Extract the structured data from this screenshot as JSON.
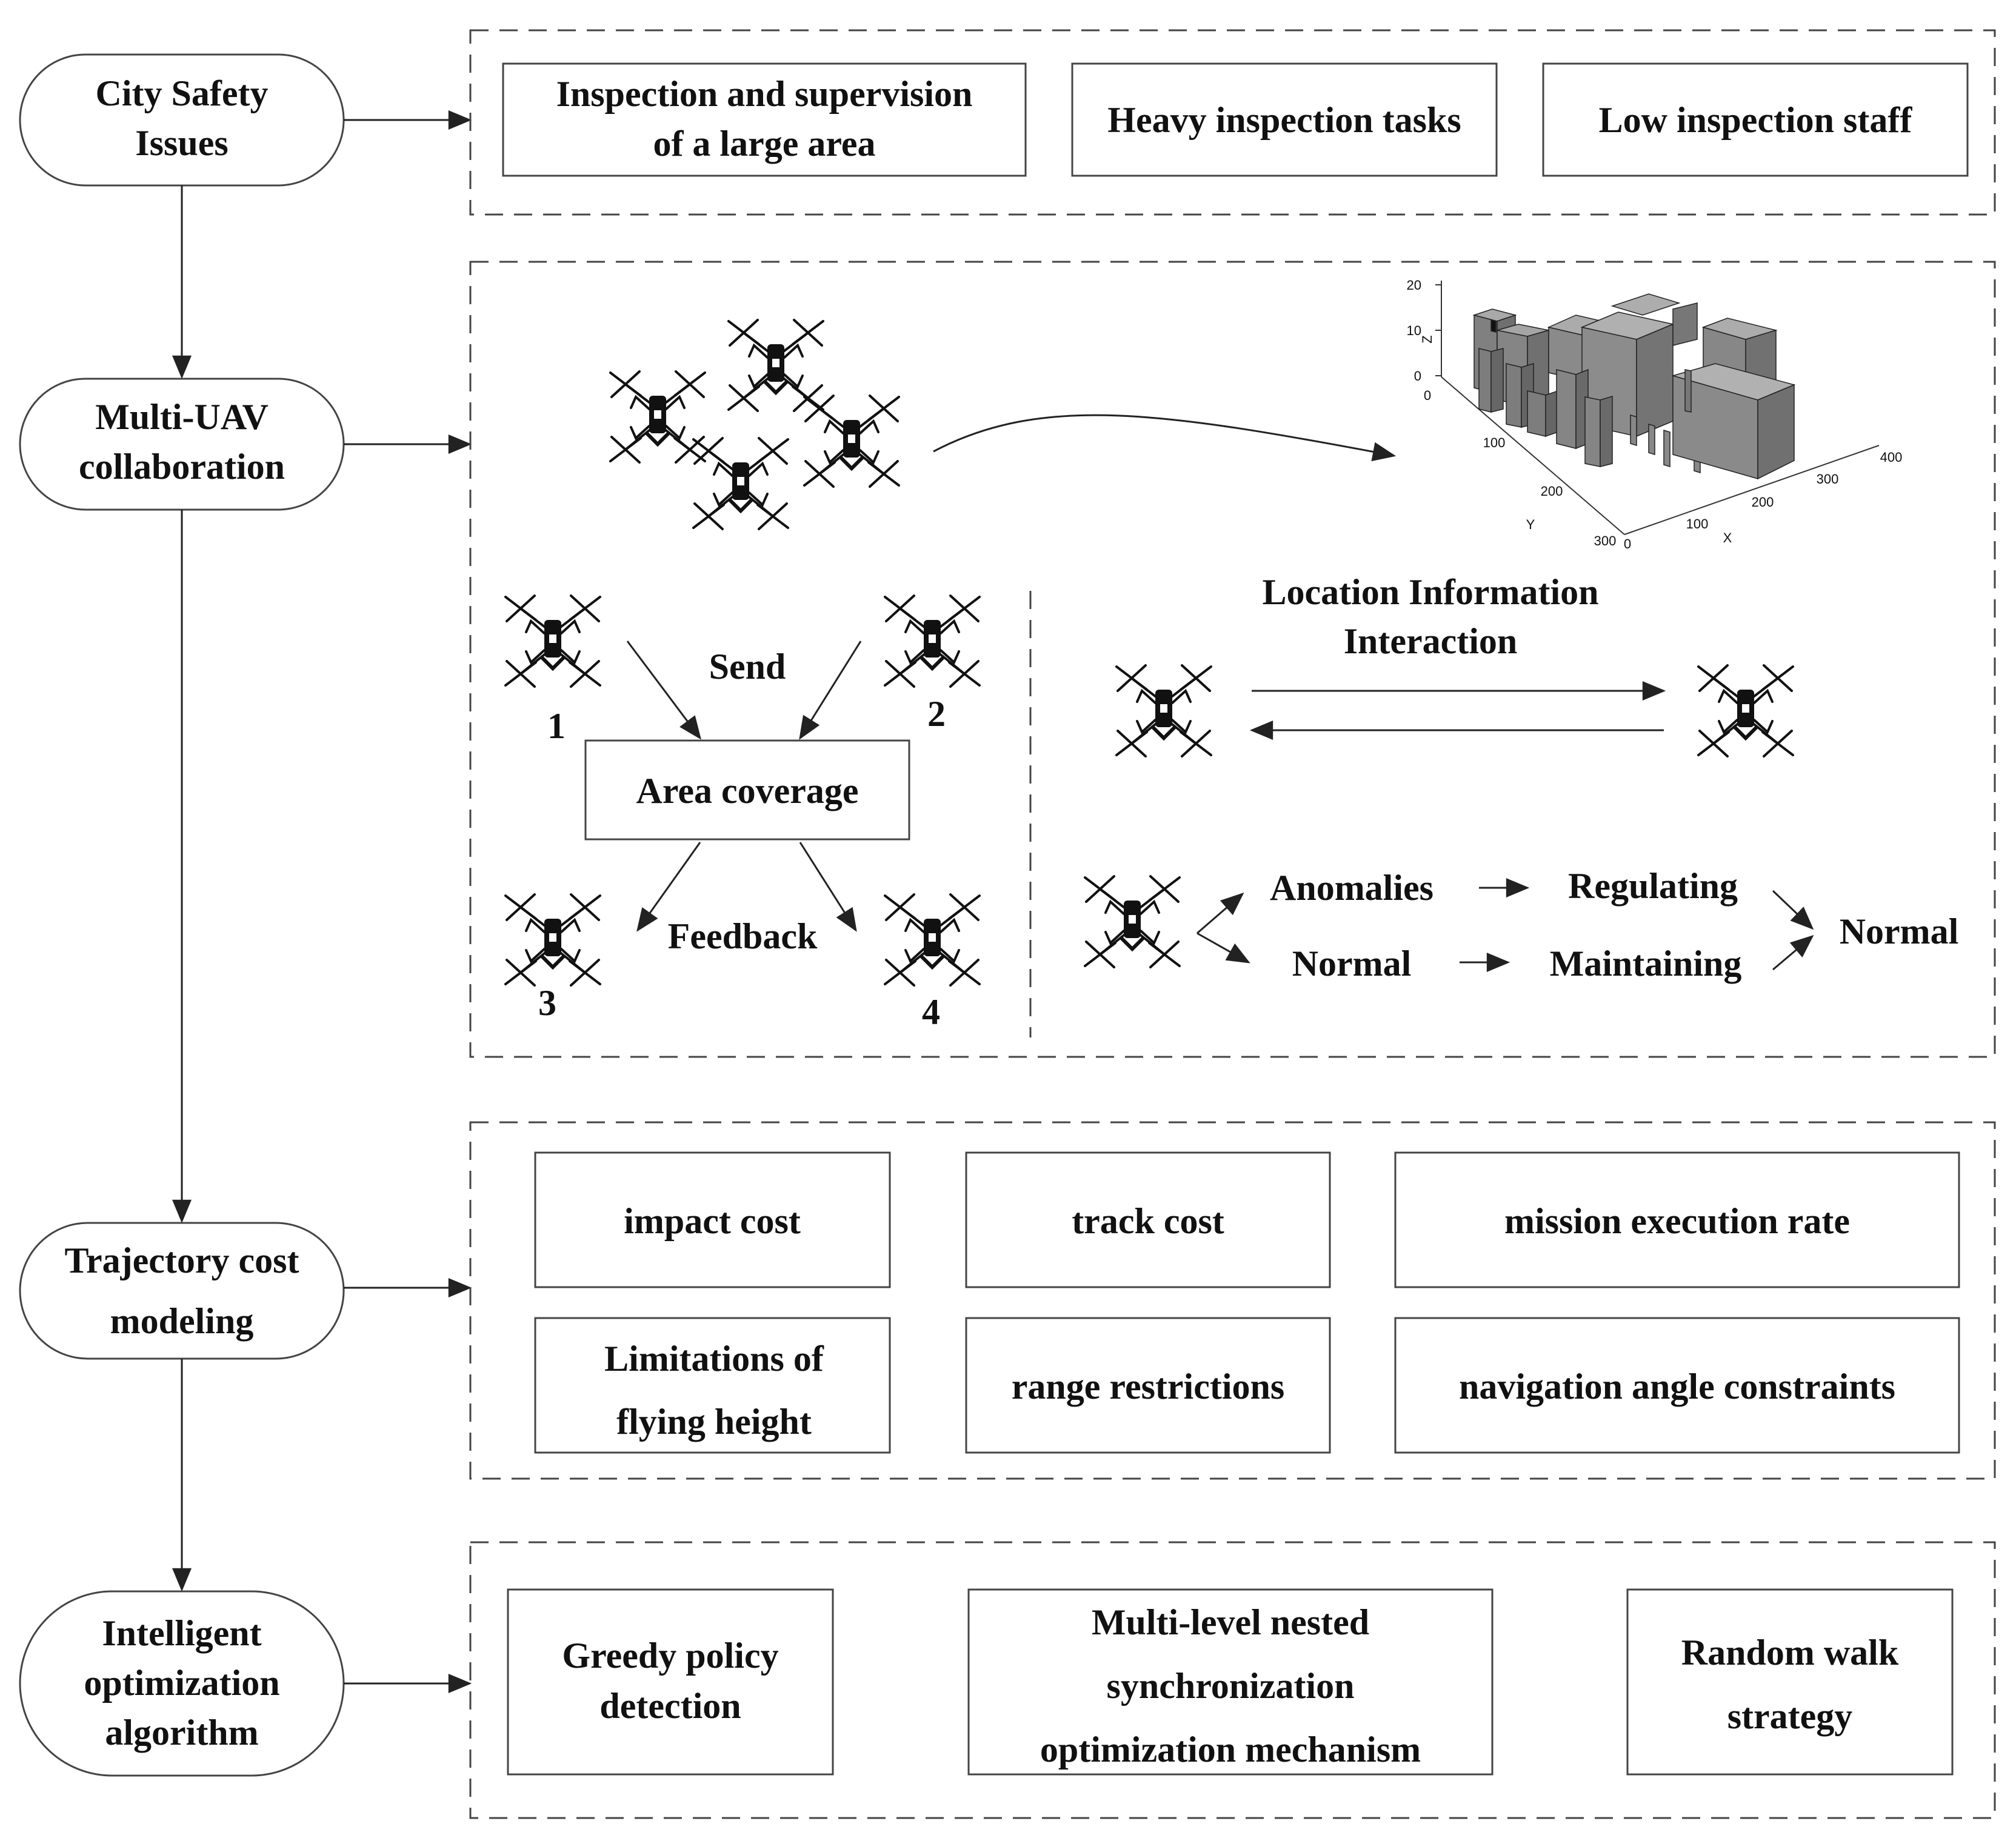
{
  "stages": [
    {
      "id": "city",
      "lines": [
        "City Safety",
        "Issues"
      ]
    },
    {
      "id": "multi",
      "lines": [
        "Multi-UAV",
        "collaboration"
      ]
    },
    {
      "id": "traj",
      "lines": [
        "Trajectory cost",
        "modeling"
      ]
    },
    {
      "id": "algo",
      "lines": [
        "Intelligent",
        "optimization",
        "algorithm"
      ]
    }
  ],
  "row1_boxes": [
    {
      "lines": [
        "Inspection and supervision",
        "of a large area"
      ]
    },
    {
      "lines": [
        "Heavy inspection tasks"
      ]
    },
    {
      "lines": [
        "Low inspection staff"
      ]
    }
  ],
  "collab": {
    "send": "Send",
    "area_coverage": "Area coverage",
    "feedback": "Feedback",
    "uav_numbers": [
      "1",
      "2",
      "3",
      "4"
    ],
    "interaction_title": [
      "Location Information",
      "Interaction"
    ],
    "anomalies": "Anomalies",
    "normal_branch": "Normal",
    "regulating": "Regulating",
    "maintaining": "Maintaining",
    "normal_result": "Normal",
    "plot3d": {
      "z_label": "Z",
      "y_label": "Y",
      "x_label": "X",
      "z_ticks": [
        "20",
        "10",
        "0"
      ],
      "y_ticks": [
        "0",
        "100",
        "200",
        "300"
      ],
      "x_ticks": [
        "0",
        "100",
        "200",
        "300",
        "400"
      ]
    }
  },
  "cost_boxes": [
    {
      "lines": [
        "impact cost"
      ]
    },
    {
      "lines": [
        "track cost"
      ]
    },
    {
      "lines": [
        "mission execution rate"
      ]
    },
    {
      "lines": [
        "Limitations of",
        "flying height"
      ]
    },
    {
      "lines": [
        "range restrictions"
      ]
    },
    {
      "lines": [
        "navigation angle constraints"
      ]
    }
  ],
  "algo_boxes": [
    {
      "lines": [
        "Greedy policy",
        "detection"
      ]
    },
    {
      "lines": [
        "Multi-level nested",
        "synchronization",
        "optimization mechanism"
      ]
    },
    {
      "lines": [
        "Random walk",
        "strategy"
      ]
    }
  ],
  "colors": {
    "line": "#2a2a2a",
    "building": "#8f8f8f",
    "building_top": "#a8a8a8",
    "building_side": "#747474"
  },
  "icons": [
    "drone-icon",
    "arrow-icon",
    "3d-building-plot"
  ]
}
